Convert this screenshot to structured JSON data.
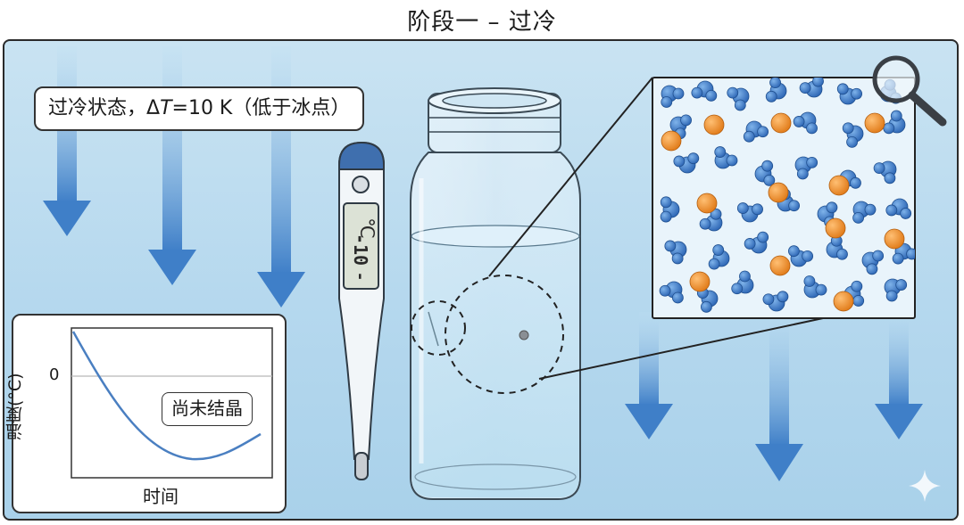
{
  "title": "阶段一 – 过冷",
  "callout": {
    "prefix": "过冷状态，Δ",
    "italic": "T",
    "suffix": "=10 K（低于冰点）"
  },
  "thermometer": {
    "display_lines": [
      "-10",
      "-"
    ]
  },
  "graph": {
    "ylabel": "温度(°C)",
    "xlabel": "时间",
    "zero_label": "0",
    "note": "尚未结晶"
  },
  "colors": {
    "panel_bg": "#bcdcef",
    "arrow": "#3f7fc8",
    "water_molecule": "#3a78c4",
    "impurity_particle": "#e8892a",
    "curve": "#4a7fc1"
  },
  "icons": [
    "magnifier-icon",
    "sparkle-icon"
  ]
}
